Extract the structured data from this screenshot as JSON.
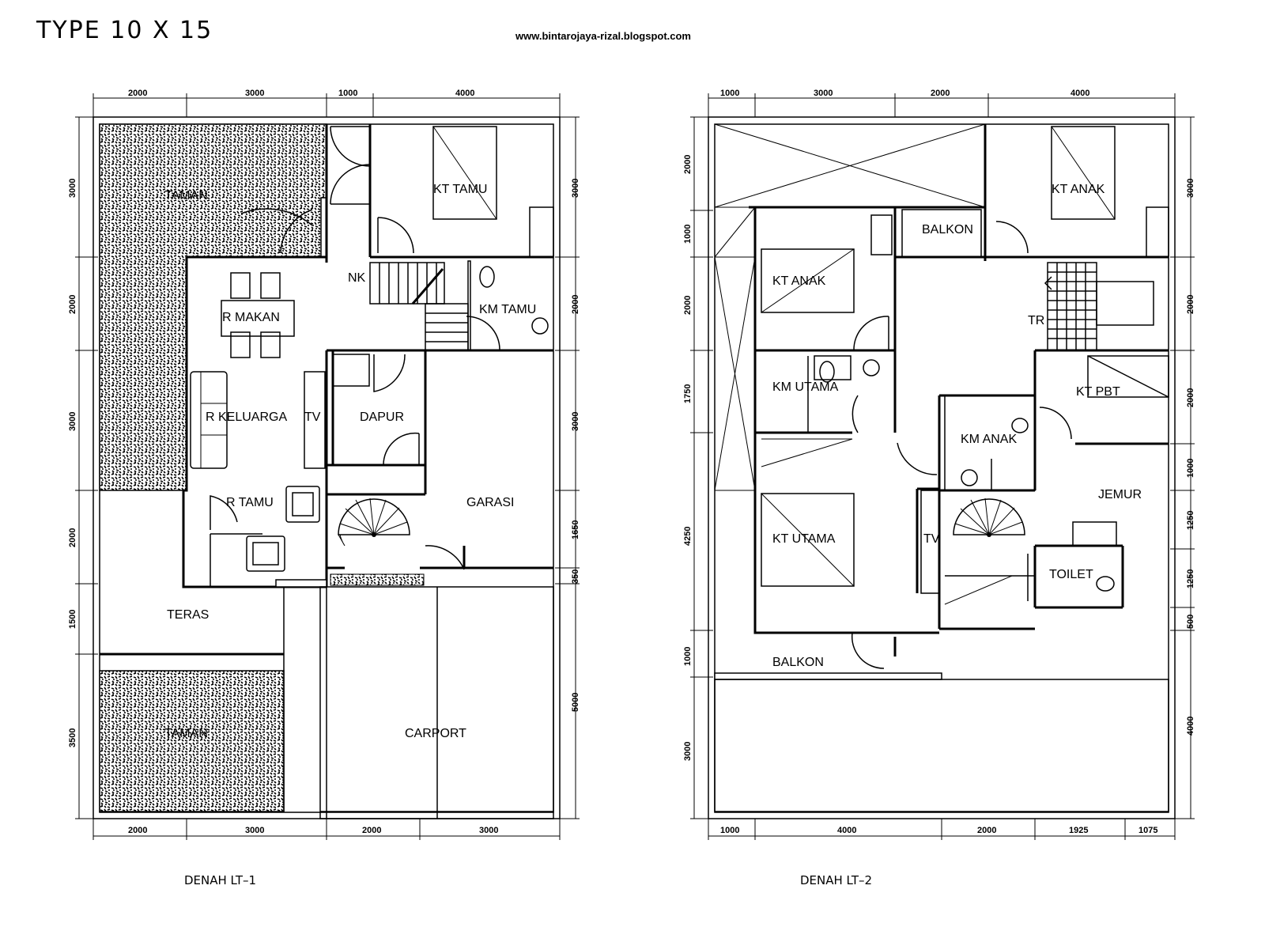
{
  "header": {
    "title": "TYPE 10 X 15",
    "url": "www.bintarojaya-rizal.blogspot.com"
  },
  "floor1": {
    "caption": "DENAH LT–1",
    "dims_top": [
      "2000",
      "3000",
      "1000",
      "4000"
    ],
    "dims_bottom": [
      "2000",
      "3000",
      "2000",
      "3000"
    ],
    "dims_left": [
      "3000",
      "2000",
      "3000",
      "2000",
      "1500",
      "3500"
    ],
    "dims_right": [
      "3000",
      "2000",
      "3000",
      "1650",
      "350",
      "5000"
    ],
    "rooms": {
      "taman_top": "TAMAN",
      "kt_tamu": "KT TAMU",
      "nk": "NK",
      "r_makan": "R MAKAN",
      "km_tamu": "KM TAMU",
      "r_keluarga": "R KELUARGA",
      "tv": "TV",
      "dapur": "DAPUR",
      "r_tamu": "R TAMU",
      "garasi": "GARASI",
      "teras": "TERAS",
      "taman_bottom": "TAMAN",
      "carport": "CARPORT"
    }
  },
  "floor2": {
    "caption": "DENAH LT–2",
    "dims_top": [
      "1000",
      "3000",
      "2000",
      "4000"
    ],
    "dims_bottom": [
      "1000",
      "4000",
      "2000",
      "1925",
      "1075"
    ],
    "dims_left": [
      "2000",
      "1000",
      "2000",
      "1750",
      "4250",
      "1000",
      "3000"
    ],
    "dims_right": [
      "3000",
      "2000",
      "2000",
      "1000",
      "1250",
      "1250",
      "500",
      "4000"
    ],
    "rooms": {
      "balkon_top": "BALKON",
      "kt_anak_right": "KT ANAK",
      "kt_anak_left": "KT ANAK",
      "tr": "TR",
      "km_utama": "KM UTAMA",
      "kt_pbt": "KT PBT",
      "km_anak": "KM ANAK",
      "jemur": "JEMUR",
      "kt_utama": "KT UTAMA",
      "tv": "TV",
      "toilet": "TOILET",
      "balkon_bottom": "BALKON"
    }
  }
}
